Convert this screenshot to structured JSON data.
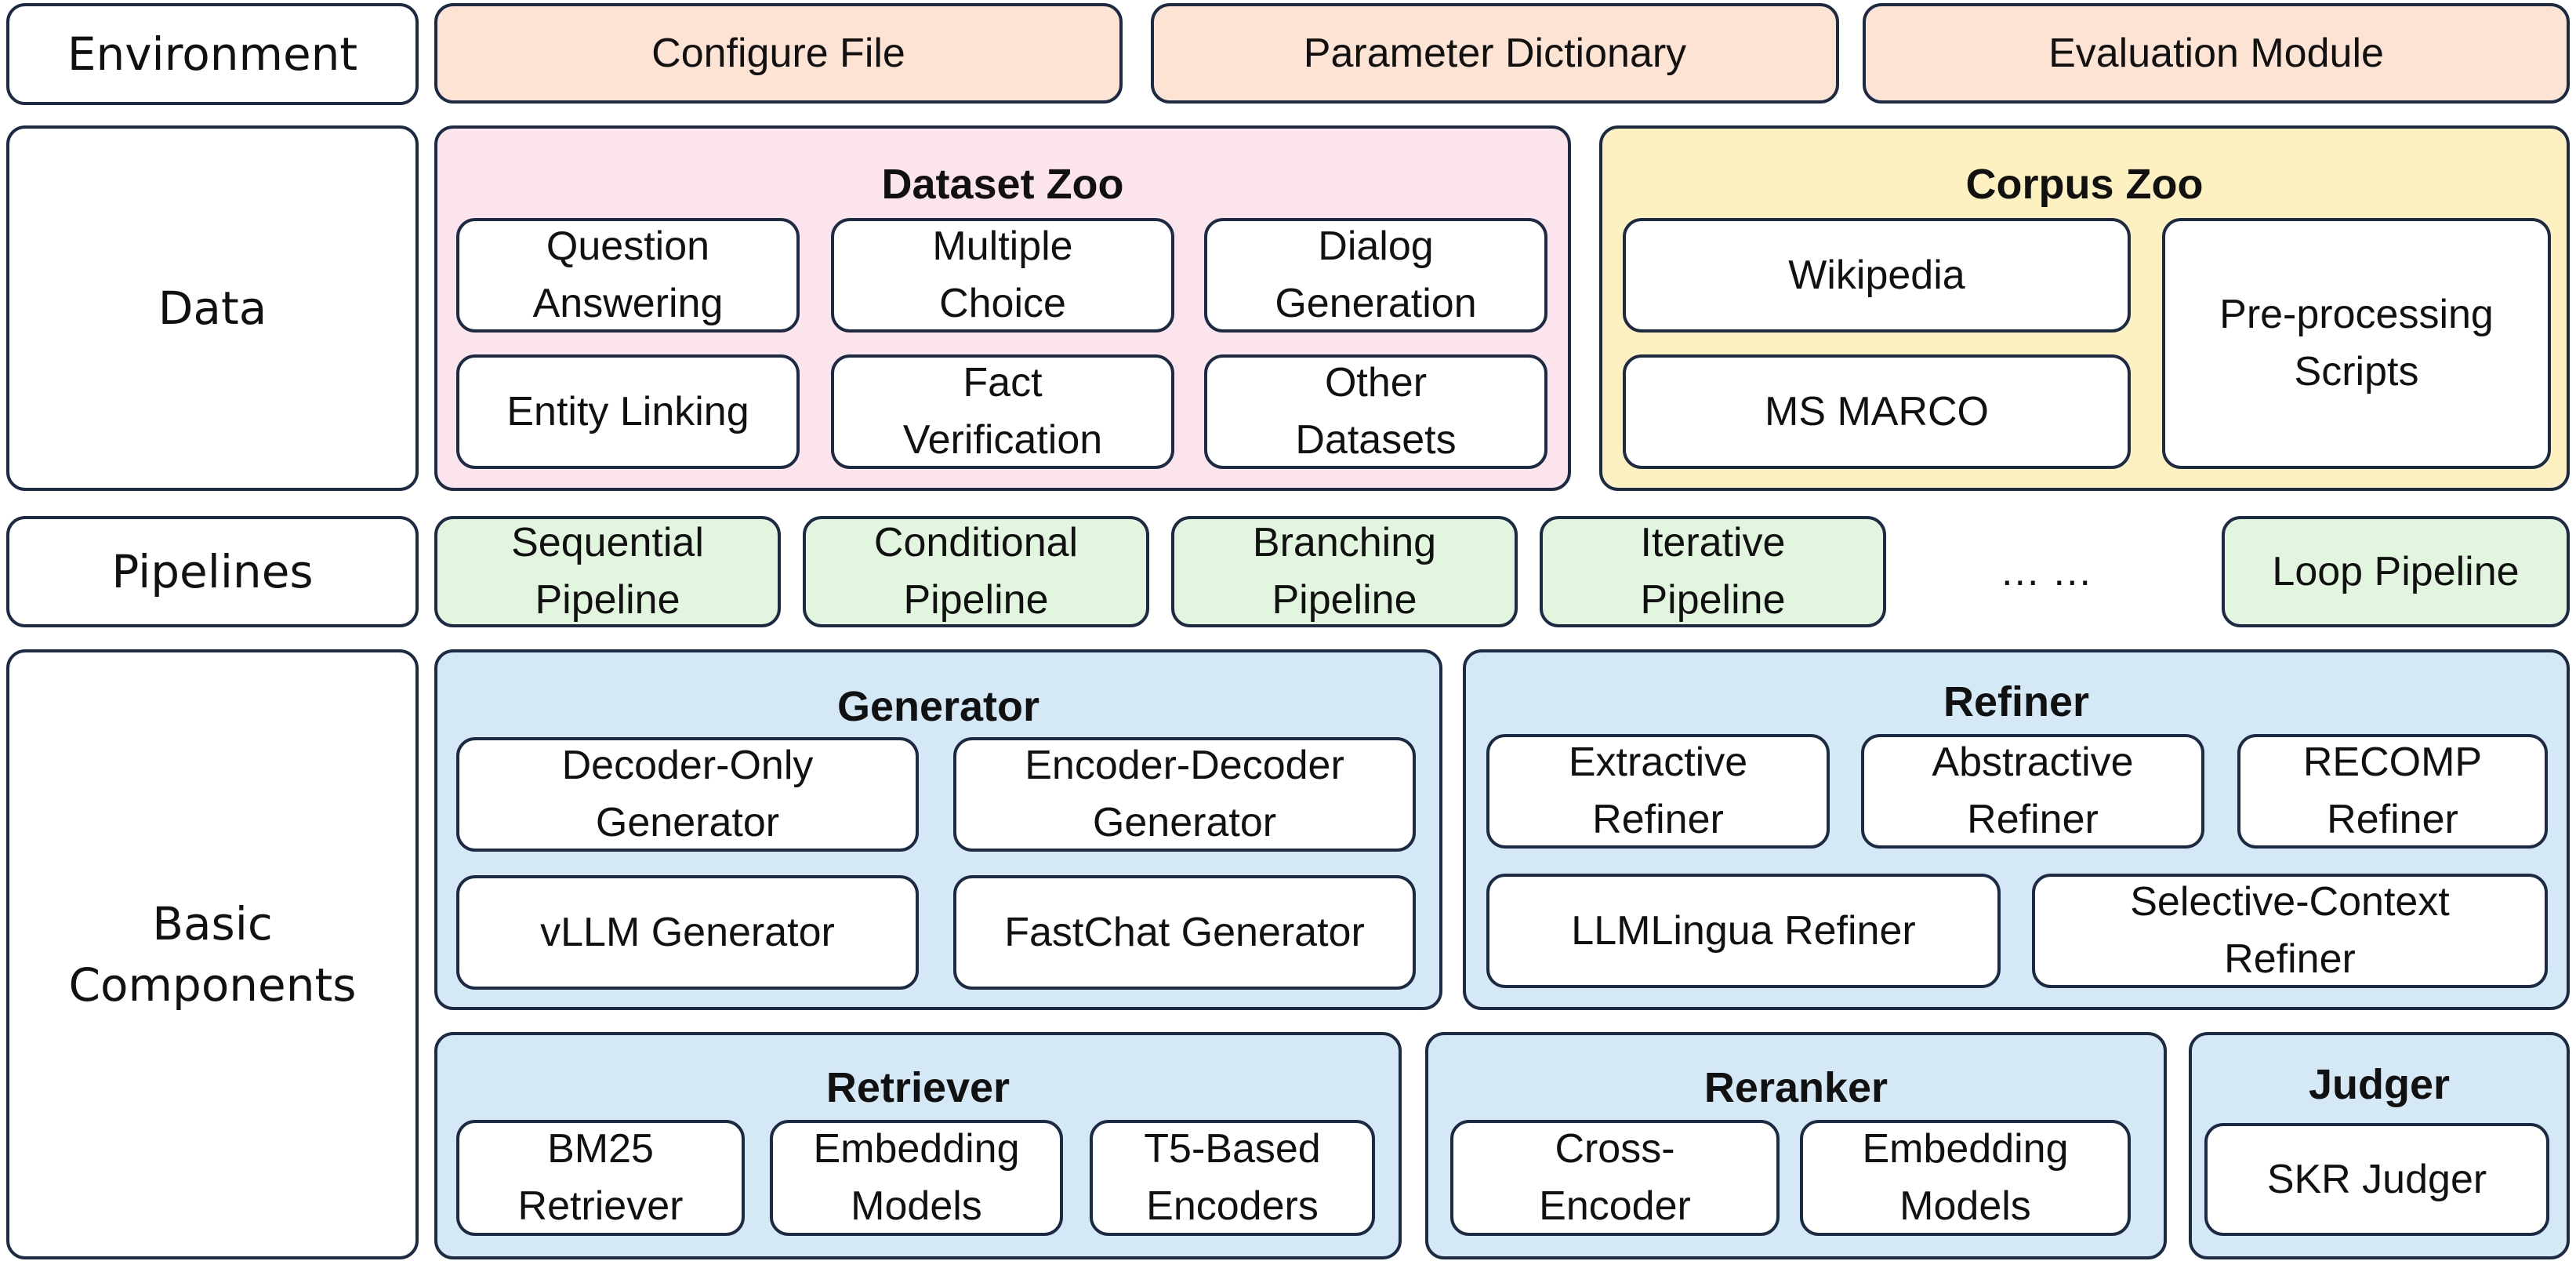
{
  "rows": {
    "environment": "Environment",
    "data": "Data",
    "pipelines": "Pipelines",
    "basic_components": "Basic\nComponents"
  },
  "environment": {
    "configure_file": "Configure File",
    "parameter_dictionary": "Parameter Dictionary",
    "evaluation_module": "Evaluation Module"
  },
  "dataset_zoo": {
    "title": "Dataset Zoo",
    "items": [
      "Question\nAnswering",
      "Multiple\nChoice",
      "Dialog\nGeneration",
      "Entity Linking",
      "Fact\nVerification",
      "Other\nDatasets"
    ]
  },
  "corpus_zoo": {
    "title": "Corpus Zoo",
    "items": [
      "Wikipedia",
      "MS MARCO",
      "Pre-processing\nScripts"
    ]
  },
  "pipelines": {
    "items": [
      "Sequential\nPipeline",
      "Conditional\nPipeline",
      "Branching\nPipeline",
      "Iterative\nPipeline",
      "… …",
      "Loop Pipeline"
    ]
  },
  "generator": {
    "title": "Generator",
    "items": [
      "Decoder-Only\nGenerator",
      "Encoder-Decoder\nGenerator",
      "vLLM Generator",
      "FastChat Generator"
    ]
  },
  "refiner": {
    "title": "Refiner",
    "items": [
      "Extractive\nRefiner",
      "Abstractive\nRefiner",
      "RECOMP\nRefiner",
      "LLMLingua Refiner",
      "Selective-Context\nRefiner"
    ]
  },
  "retriever": {
    "title": "Retriever",
    "items": [
      "BM25\nRetriever",
      "Embedding\nModels",
      "T5-Based\nEncoders"
    ]
  },
  "reranker": {
    "title": "Reranker",
    "items": [
      "Cross-\nEncoder",
      "Embedding\nModels"
    ]
  },
  "judger": {
    "title": "Judger",
    "items": [
      "SKR Judger"
    ]
  }
}
